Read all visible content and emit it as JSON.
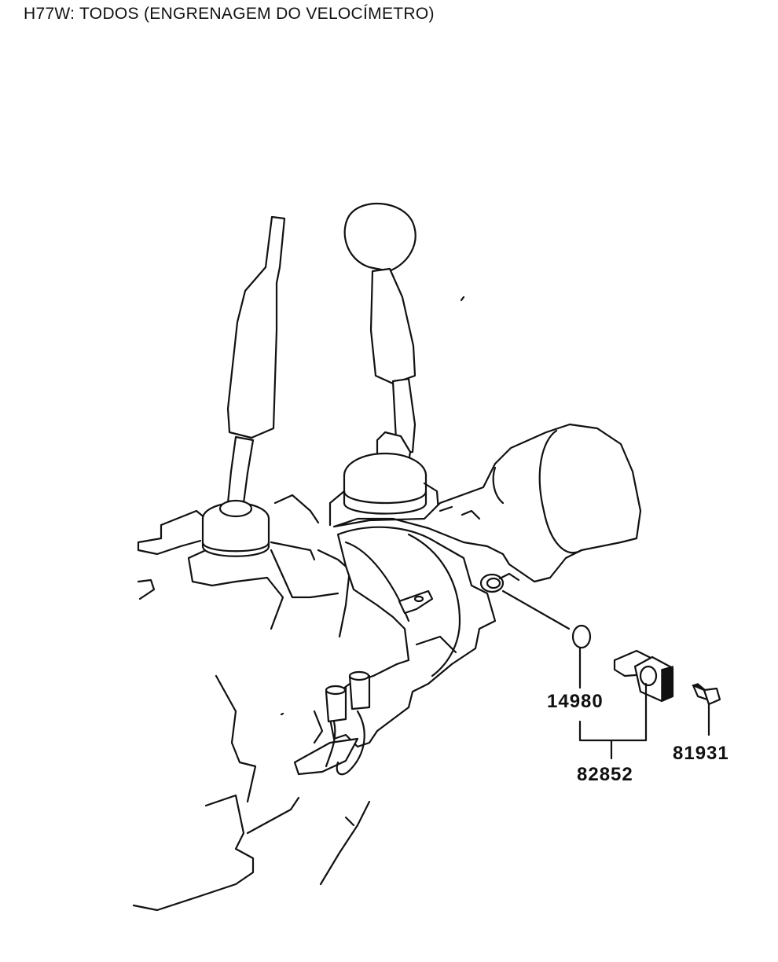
{
  "title": "H77W: TODOS (ENGRENAGEM DO VELOCÍMETRO)",
  "parts": [
    {
      "number": "14980"
    },
    {
      "number": "82852"
    },
    {
      "number": "81931"
    }
  ]
}
